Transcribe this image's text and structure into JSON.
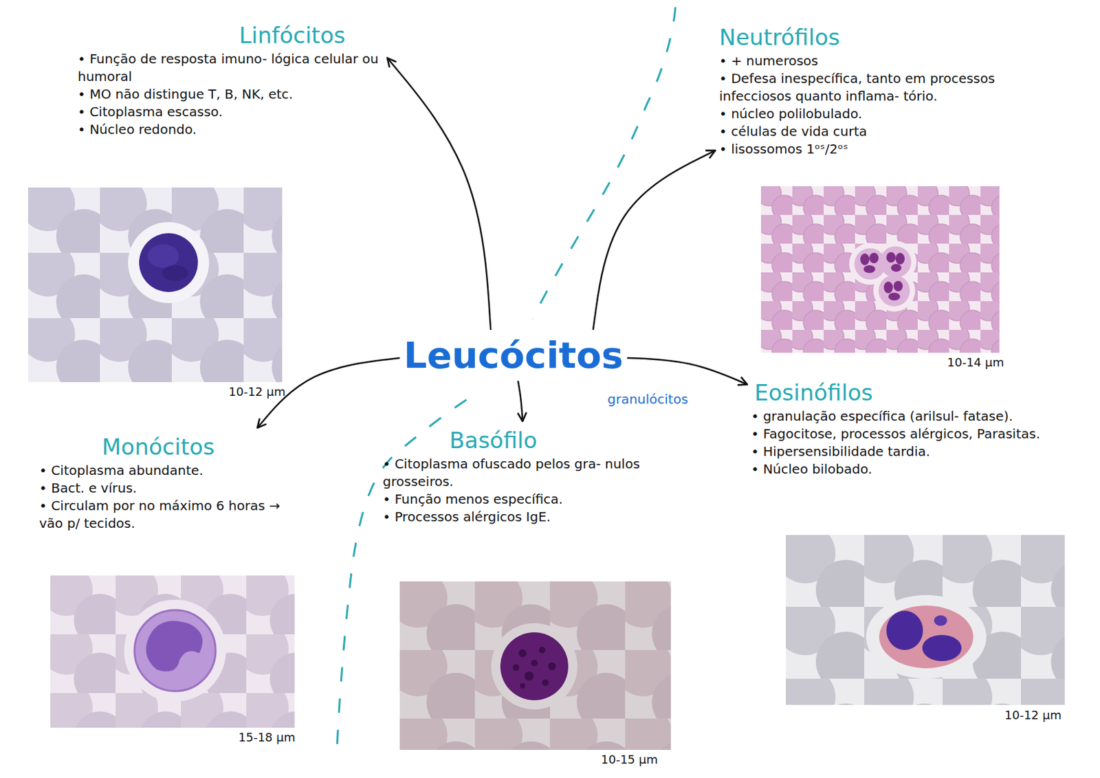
{
  "diagram": {
    "nodes": [
      {
        "text": [
          "Linfócitos",
          "• Função de resposta imuno- lógica celular ou humoral",
          "• MO não distingue T, B, NK, etc.",
          "• Citoplasma escasso.",
          "• Núcleo redondo."
        ]
      },
      {
        "text": [
          "Neutrófilos",
          "• + numerosos",
          "• Defesa inespecífica, tanto em processos infecciosos quanto inflama- tório.",
          "• núcleo polilobulado.",
          "• células de vida curta",
          "• lisossomos 1ᵒˢ/2ᵒˢ"
        ]
      },
      {
        "text": [
          "Leucócitos"
        ]
      },
      {
        "text": [
          "Eosinófilos",
          "• granulação específica (arilsul- fatase).",
          "• Fagocitose, processos alérgicos, Parasitas.",
          "• Hipersensibilidade tardia.",
          "• Núcleo bilobado."
        ]
      },
      {
        "text": [
          "Monócitos",
          "• Citoplasma abundante.",
          "• Bact. e vírus.",
          "• Circulam por no máximo 6 horas → vão p/ tecidos."
        ]
      },
      {
        "text": [
          "Basófilo",
          "• Citoplasma ofuscado pelos gra- nulos grosseiros.",
          "• Função menos específica.",
          "• Processos alérgicos IgE."
        ]
      }
    ],
    "edges": [
      {
        "from": 2,
        "to": 0,
        "arrow": "to"
      },
      {
        "from": 2,
        "to": 1,
        "arrow": "to"
      },
      {
        "from": 2,
        "to": 3,
        "arrow": "to"
      },
      {
        "from": 2,
        "to": 4,
        "arrow": "to"
      },
      {
        "from": 2,
        "to": 5,
        "arrow": "to"
      }
    ],
    "labels": [
      "10-12 µm",
      "10-14 µm",
      "granulócitos",
      "10-12 µm",
      "15-18 µm",
      "10-15 µm"
    ]
  }
}
